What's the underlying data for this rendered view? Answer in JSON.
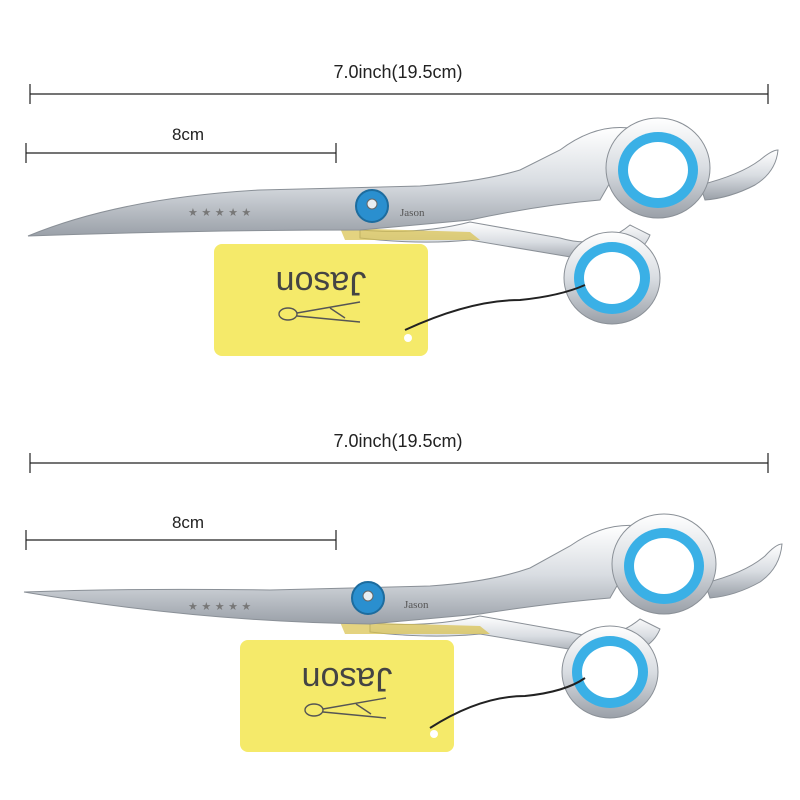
{
  "products": [
    {
      "total_length_label": "7.0inch(19.5cm)",
      "blade_length_label": "8cm",
      "blade_engraving": "★ ★ ★ ★ ★",
      "handle_engraving": "Jason",
      "tag_logo": "Jason",
      "ring_color": "#3ab0e6",
      "tag_color": "#f5ea6a"
    },
    {
      "total_length_label": "7.0inch(19.5cm)",
      "blade_length_label": "8cm",
      "blade_engraving": "★ ★ ★ ★ ★",
      "handle_engraving": "Jason",
      "tag_logo": "Jason",
      "ring_color": "#3ab0e6",
      "tag_color": "#f5ea6a"
    }
  ]
}
